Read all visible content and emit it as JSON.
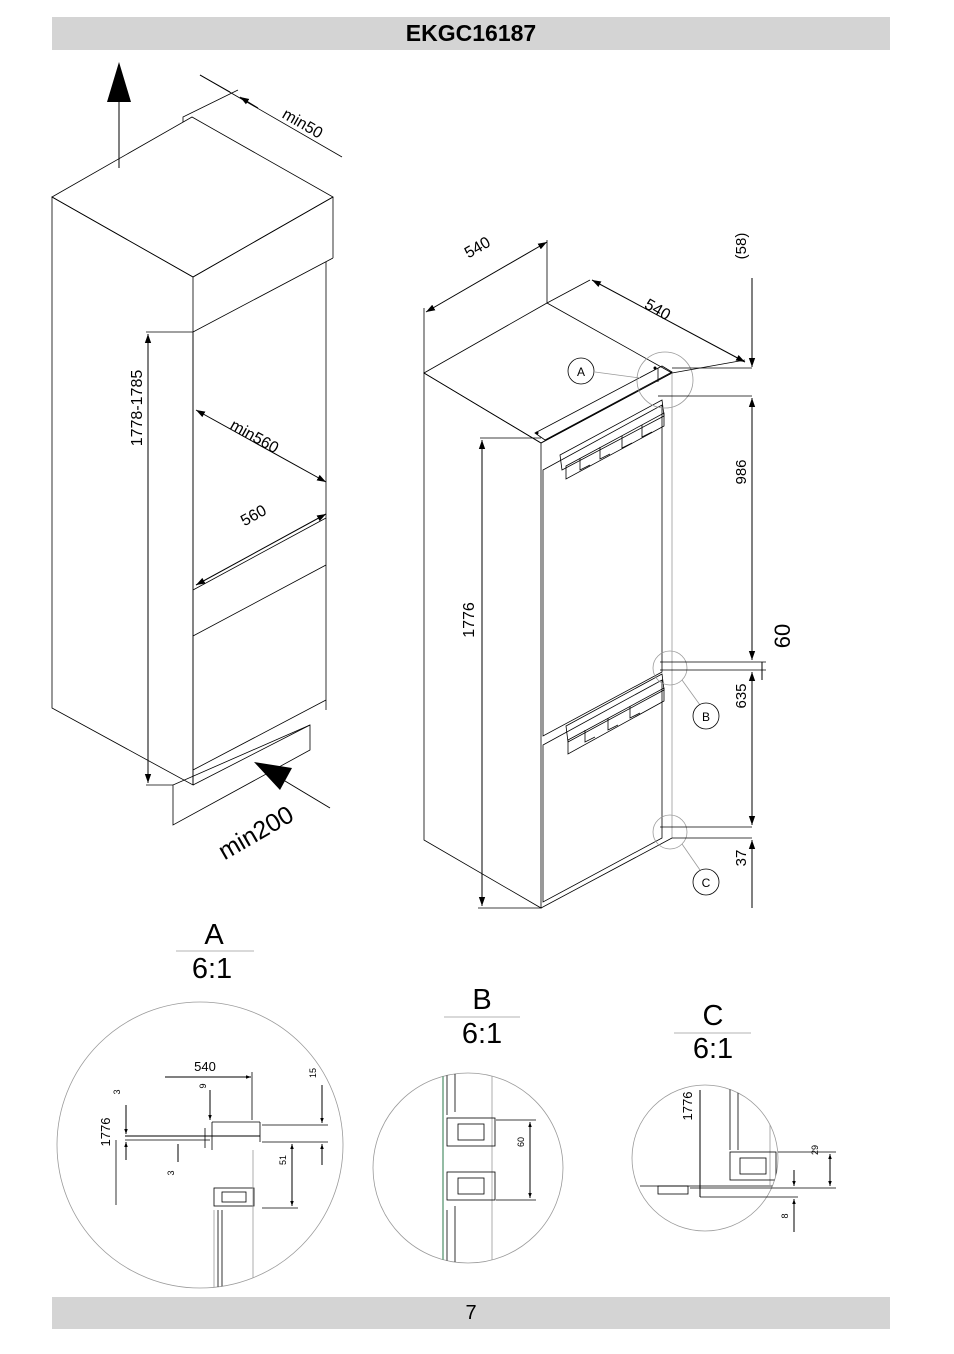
{
  "header": {
    "model": "EKGC16187"
  },
  "footer": {
    "page_number": "7"
  },
  "niche": {
    "dim_height": "1778-1785",
    "dim_min_width": "min560",
    "dim_width": "560",
    "dim_top_gap": "min50",
    "dim_ventilation": "min200"
  },
  "appliance": {
    "dim_width": "540",
    "dim_depth": "540",
    "dim_top": "(58)",
    "dim_upper": "986",
    "dim_gap": "60",
    "dim_lower": "635",
    "dim_bottom": "37",
    "dim_height": "1776",
    "callout_a": "A",
    "callout_b": "B",
    "callout_c": "C"
  },
  "detail_a": {
    "title": "A",
    "scale": "6:1",
    "dim_540": "540",
    "dim_9": "9",
    "dim_15": "15",
    "dim_3_top": "3",
    "dim_1776": "1776",
    "dim_3_bottom": "3",
    "dim_51": "51"
  },
  "detail_b": {
    "title": "B",
    "scale": "6:1",
    "dim_60": "60"
  },
  "detail_c": {
    "title": "C",
    "scale": "6:1",
    "dim_1776": "1776",
    "dim_29": "29",
    "dim_8": "8"
  }
}
